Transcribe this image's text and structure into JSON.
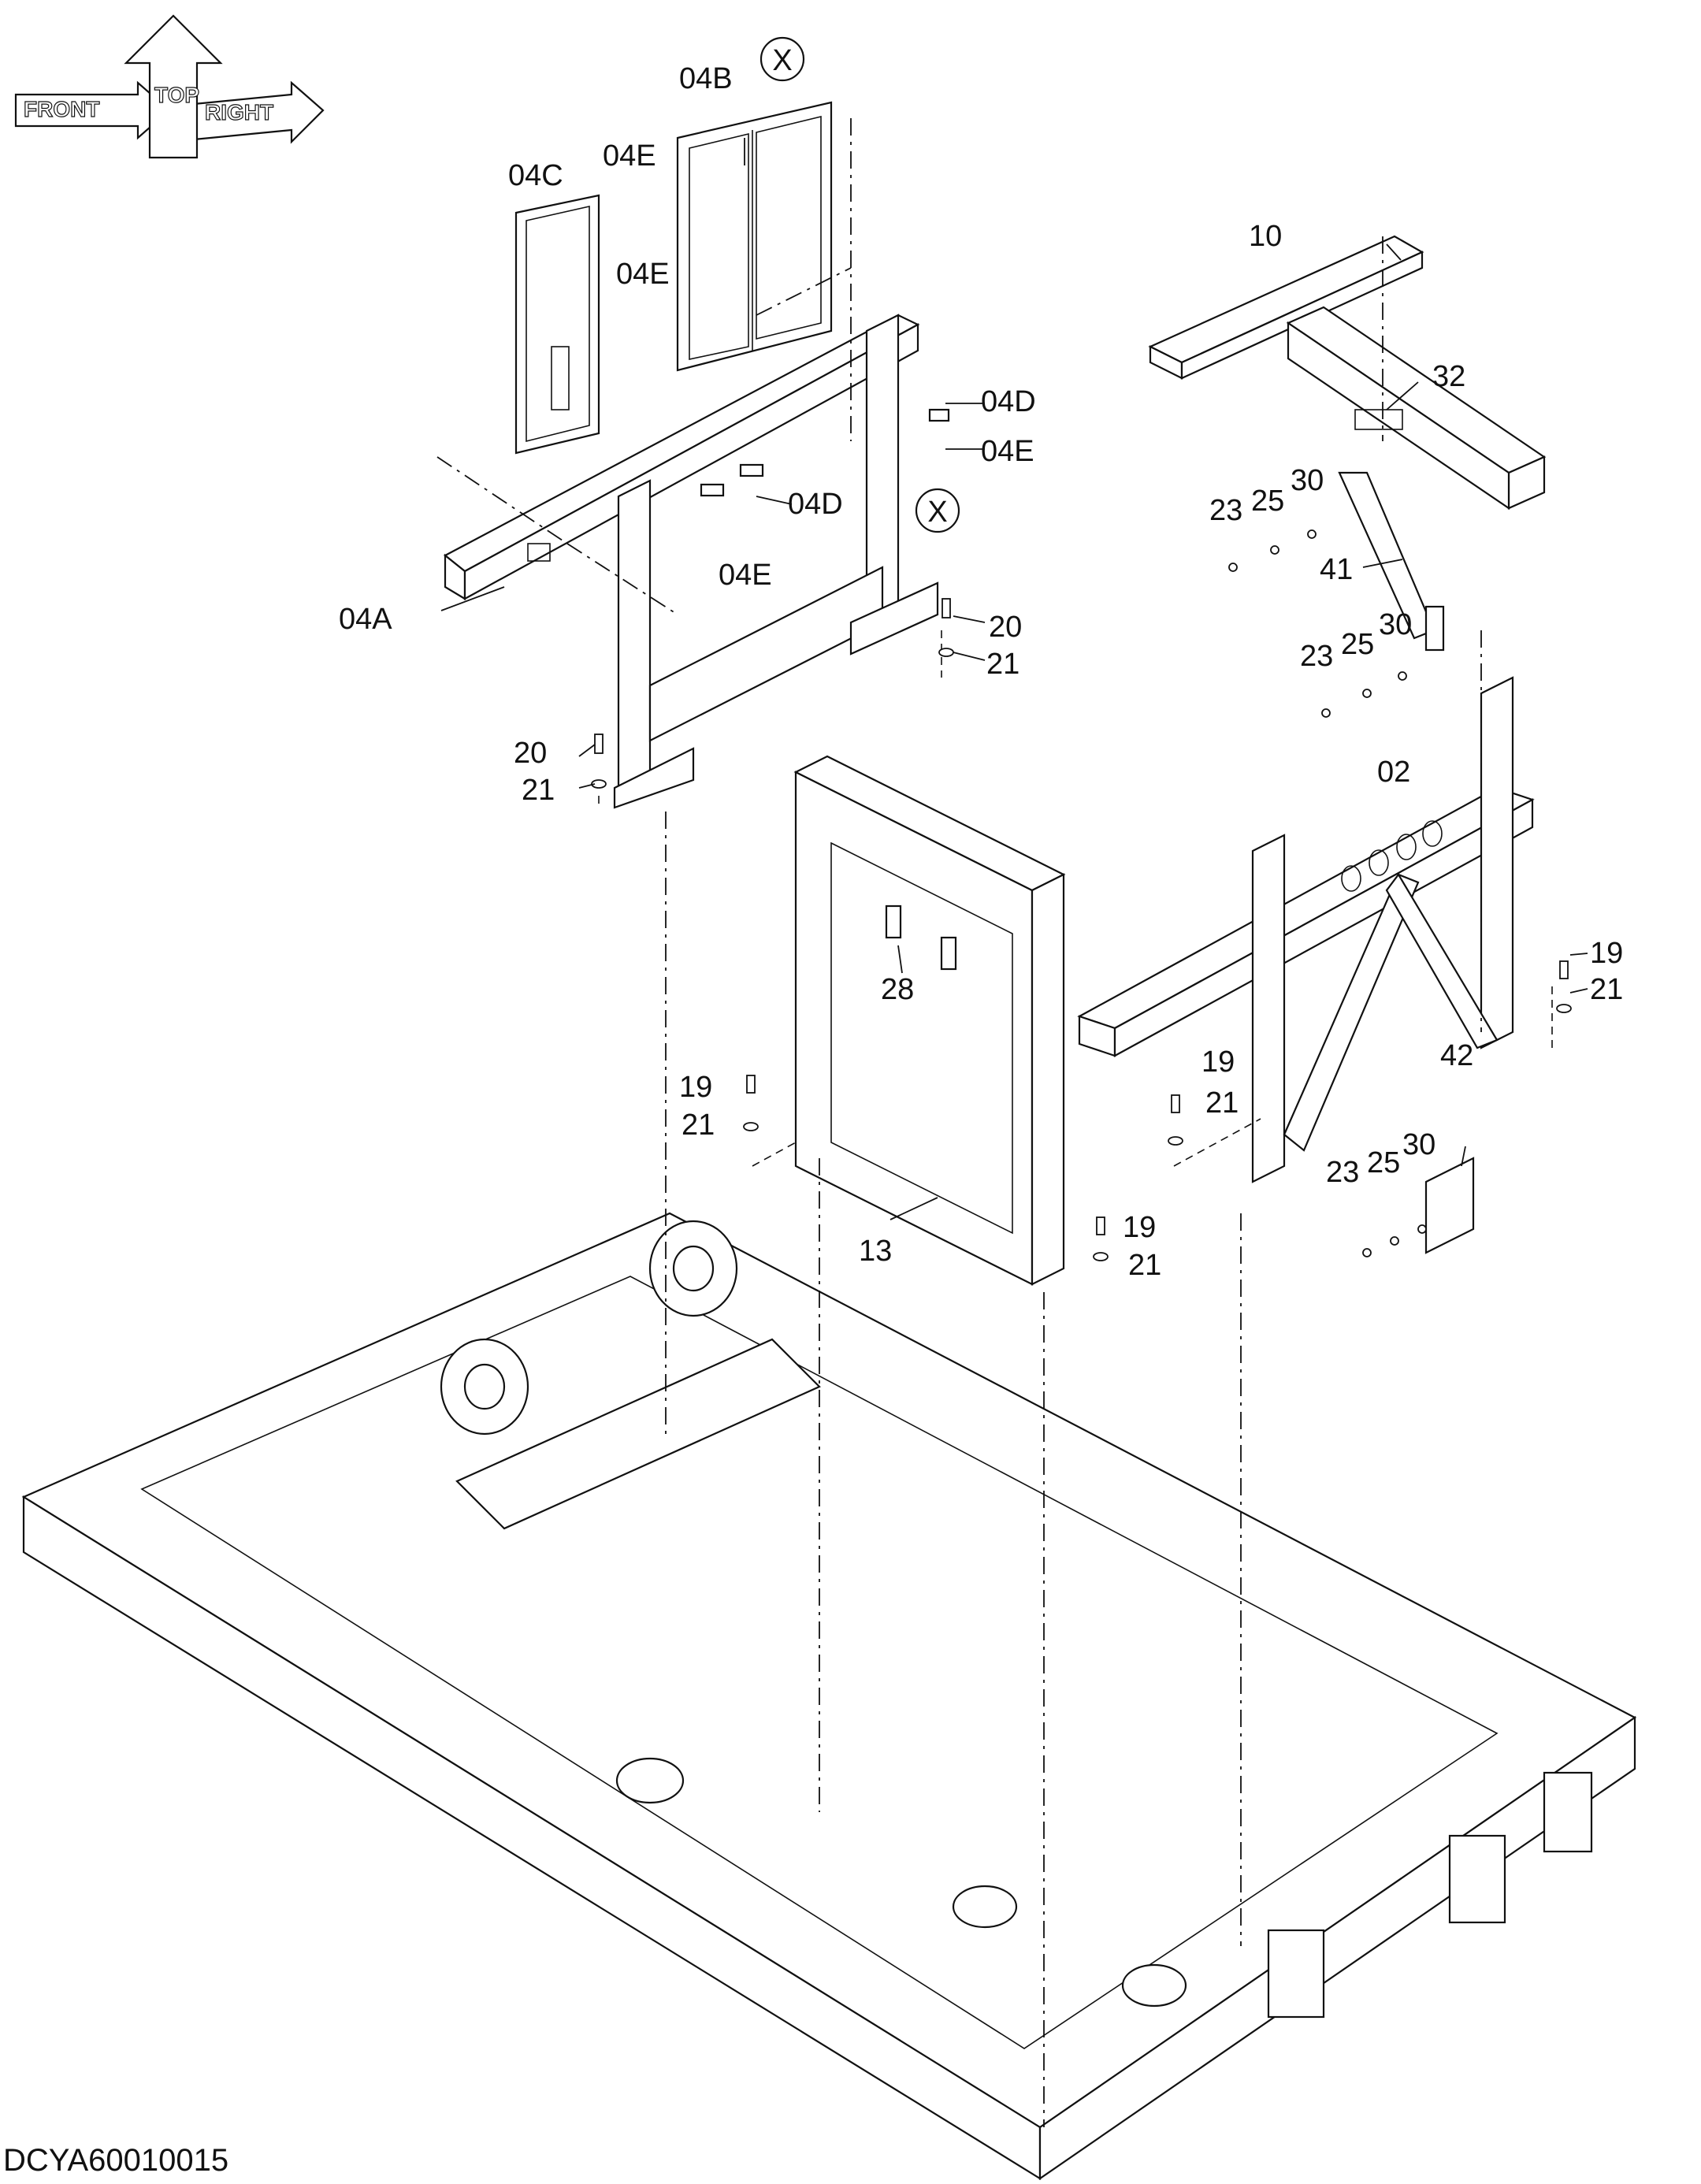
{
  "diagram": {
    "drawing_code": "DCYA60010015",
    "orientation": {
      "top": "TOP",
      "front": "FRONT",
      "right": "RIGHT"
    },
    "reference_marker": "X",
    "callouts": {
      "c04A": "04A",
      "c04B": "04B",
      "c04C": "04C",
      "c04D_a": "04D",
      "c04D_b": "04D",
      "c04E_a": "04E",
      "c04E_b": "04E",
      "c04E_c": "04E",
      "c04E_d": "04E",
      "c02": "02",
      "c10": "10",
      "c13": "13",
      "c19_a": "19",
      "c19_b": "19",
      "c19_c": "19",
      "c19_d": "19",
      "c20_a": "20",
      "c20_b": "20",
      "c21_a": "21",
      "c21_b": "21",
      "c21_c": "21",
      "c21_d": "21",
      "c21_e": "21",
      "c21_f": "21",
      "c23_a": "23",
      "c23_b": "23",
      "c23_c": "23",
      "c25_a": "25",
      "c25_b": "25",
      "c25_c": "25",
      "c28": "28",
      "c30_a": "30",
      "c30_b": "30",
      "c30_c": "30",
      "c32": "32",
      "c41": "41",
      "c42": "42"
    }
  }
}
